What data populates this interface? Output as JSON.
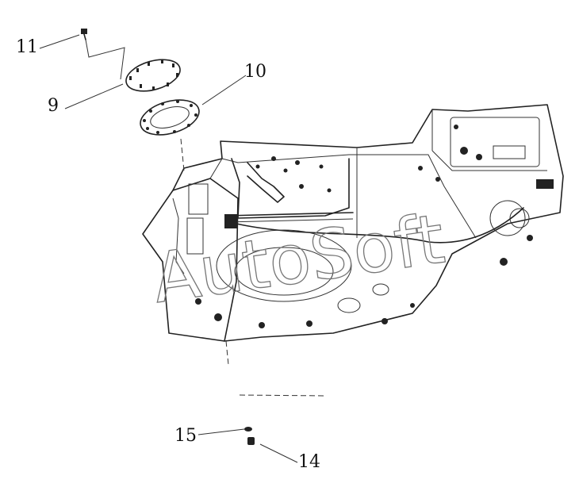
{
  "callouts": {
    "c11": "11",
    "c9": "9",
    "c10": "10",
    "c15": "15",
    "c14": "14"
  },
  "watermark": "AutoSoft"
}
